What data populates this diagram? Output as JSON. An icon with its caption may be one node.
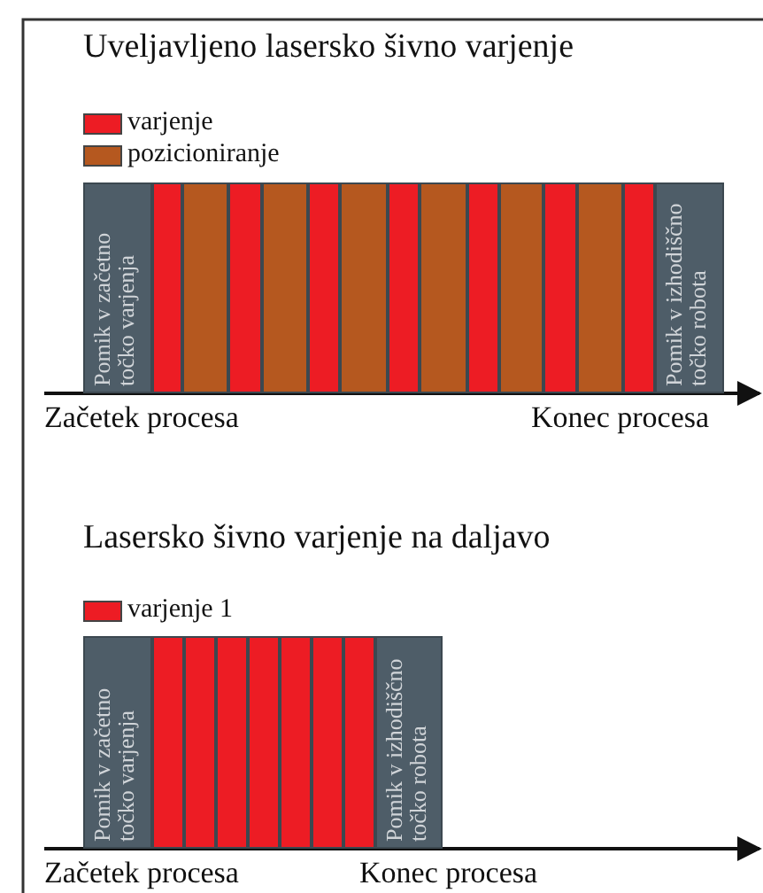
{
  "diagram": {
    "nodes": [
      {
        "text": [
          "Pomik v začetno točko varjenja"
        ]
      },
      {
        "text": [],
        "shape": "bar"
      },
      {
        "text": [],
        "shape": "bar"
      },
      {
        "text": [],
        "shape": "bar"
      },
      {
        "text": [],
        "shape": "bar"
      },
      {
        "text": [],
        "shape": "bar"
      },
      {
        "text": [],
        "shape": "bar"
      },
      {
        "text": [],
        "shape": "bar"
      },
      {
        "text": [],
        "shape": "bar"
      },
      {
        "text": [],
        "shape": "bar"
      },
      {
        "text": [],
        "shape": "bar"
      },
      {
        "text": [],
        "shape": "bar"
      },
      {
        "text": [],
        "shape": "bar"
      },
      {
        "text": [],
        "shape": "bar"
      },
      {
        "text": [
          "Pomik v izhodiščno točko robota"
        ]
      },
      {
        "text": [
          "Pomik v začetno točko varjenja"
        ]
      },
      {
        "text": [],
        "shape": "bar"
      },
      {
        "text": [],
        "shape": "bar"
      },
      {
        "text": [],
        "shape": "bar"
      },
      {
        "text": [],
        "shape": "bar"
      },
      {
        "text": [],
        "shape": "bar"
      },
      {
        "text": [],
        "shape": "bar"
      },
      {
        "text": [],
        "shape": "bar"
      },
      {
        "text": [
          "Pomik v izhodiščno točko robota"
        ]
      }
    ],
    "labels": [
      "Uveljavljeno lasersko šivno varjenje",
      "Začetek procesa",
      "Konec procesa",
      "Lasersko šivno varjenje na daljavo",
      "Začetek procesa",
      "Konec procesa"
    ],
    "legend": [
      {
        "text": "varjenje",
        "color": "#ed1c24"
      },
      {
        "text": "pozicioniranje",
        "color": "#b5581f"
      },
      {
        "text": "varjenje 1",
        "color": "#ed1c24"
      }
    ]
  }
}
